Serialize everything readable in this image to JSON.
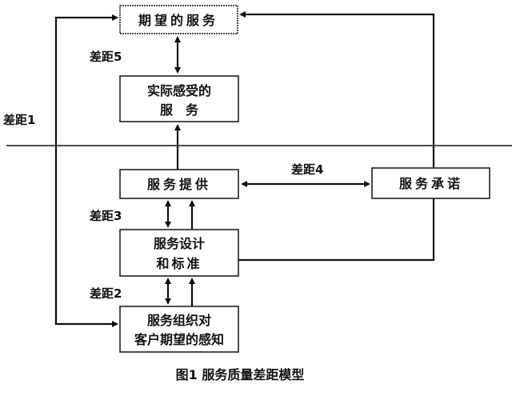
{
  "boxes": {
    "expected_service": "期望的服务",
    "perceived_service_line1": "实际感受的",
    "perceived_service_line2": "服　务",
    "service_delivery": "服务提供",
    "service_commitment": "服务承诺",
    "design_standards_line1": "服务设计",
    "design_standards_line2": "和标准",
    "org_perception_line1": "服务组织对",
    "org_perception_line2": "客户期望的感知"
  },
  "gaps": {
    "gap1": "差距1",
    "gap2": "差距2",
    "gap3": "差距3",
    "gap4": "差距4",
    "gap5": "差距5"
  },
  "caption": "图1 服务质量差距模型"
}
